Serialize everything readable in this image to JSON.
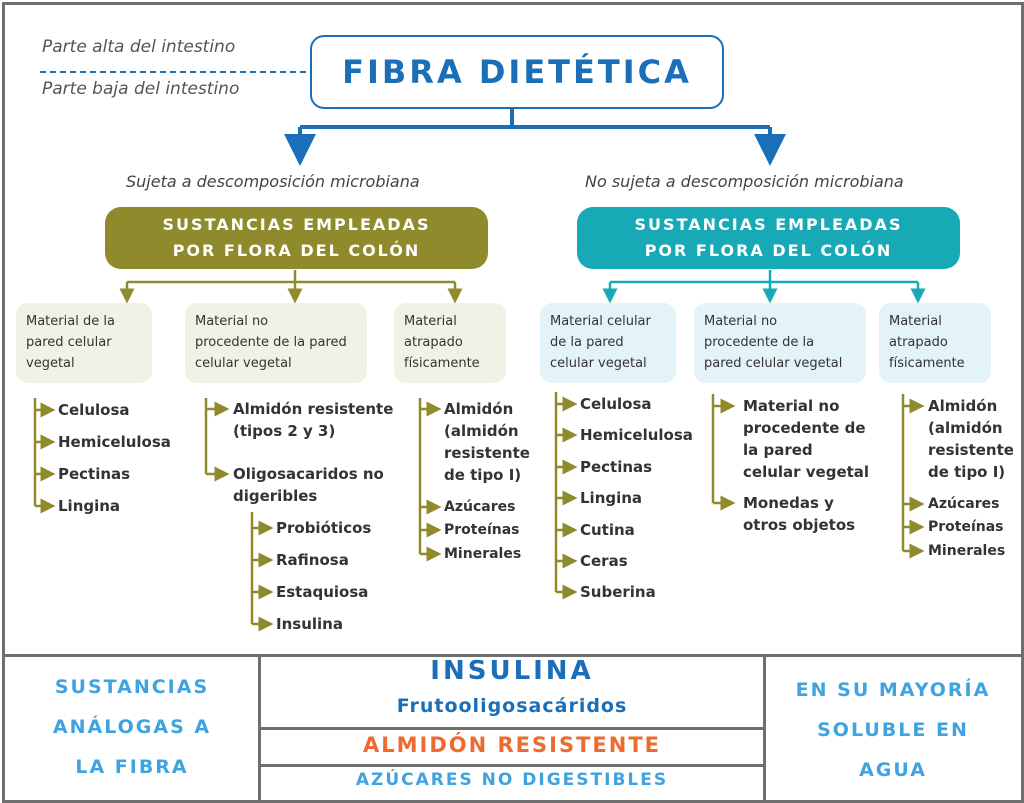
{
  "legend": {
    "upper": "Parte alta del intestino",
    "lower": "Parte baja del intestino"
  },
  "title": "FIBRA DIETÉTICA",
  "colors": {
    "blue": "#1a6fb8",
    "olive": "#8f8a2b",
    "teal": "#17aab6",
    "orange": "#ee6a2f",
    "lightblue": "#3fa3e0"
  },
  "left": {
    "branch_label": "Sujeta a descomposición microbiana",
    "header_line1": "SUSTANCIAS EMPLEADAS",
    "header_line2": "POR FLORA DEL COLÓN",
    "cat1": {
      "l1": "Material de la",
      "l2": "pared celular",
      "l3": "vegetal",
      "items": [
        "Celulosa",
        "Hemicelulosa",
        "Pectinas",
        "Lingina"
      ]
    },
    "cat2": {
      "l1": "Material no",
      "l2": "procedente de la pared",
      "l3": "celular vegetal",
      "item1_l1": "Almidón resistente",
      "item1_l2": "(tipos 2 y 3)",
      "item2_l1": "Oligosacaridos no",
      "item2_l2": "digeribles",
      "sub": [
        "Probióticos",
        "Rafinosa",
        "Estaquiosa",
        "Insulina"
      ]
    },
    "cat3": {
      "l1": "Material",
      "l2": "atrapado",
      "l3": "físicamente",
      "item1": [
        "Almidón",
        "(almidón",
        "resistente",
        "de tipo I)"
      ],
      "items": [
        "Azúcares",
        "Proteínas",
        "Minerales"
      ]
    }
  },
  "right": {
    "branch_label": "No sujeta a descomposición microbiana",
    "header_line1": "SUSTANCIAS EMPLEADAS",
    "header_line2": "POR FLORA DEL COLÓN",
    "cat1": {
      "l1": "Material celular",
      "l2": "de la pared",
      "l3": "celular vegetal",
      "items": [
        "Celulosa",
        "Hemicelulosa",
        "Pectinas",
        "Lingina",
        "Cutina",
        "Ceras",
        "Suberina"
      ]
    },
    "cat2": {
      "l1": "Material no",
      "l2": "procedente de la",
      "l3": "pared celular vegetal",
      "item1": [
        "Material no",
        "procedente de",
        "la pared",
        "celular vegetal"
      ],
      "item2": [
        "Monedas y",
        "otros objetos"
      ]
    },
    "cat3": {
      "l1": "Material",
      "l2": "atrapado",
      "l3": "físicamente",
      "item1": [
        "Almidón",
        "(almidón",
        "resistente",
        "de tipo I)"
      ],
      "items": [
        "Azúcares",
        "Proteínas",
        "Minerales"
      ]
    }
  },
  "bottom": {
    "left": [
      "SUSTANCIAS",
      "ANÁLOGAS A",
      "LA FIBRA"
    ],
    "center_title": "INSULINA",
    "center_sub": "Frutooligosacáridos",
    "center_mid": "ALMIDÓN RESISTENTE",
    "center_bottom": "AZÚCARES NO DIGESTIBLES",
    "right": [
      "EN SU MAYORÍA",
      "SOLUBLE EN",
      "AGUA"
    ]
  }
}
